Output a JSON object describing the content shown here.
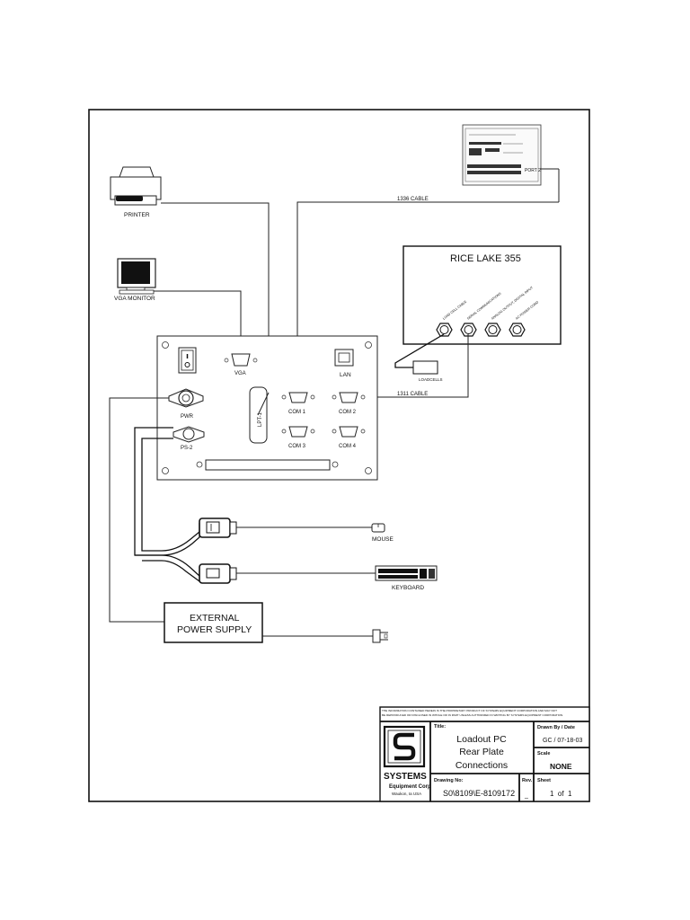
{
  "devices": {
    "printer": "PRINTER",
    "vga_monitor": "VGA MONITOR",
    "mouse": "MOUSE",
    "keyboard": "KEYBOARD",
    "external_power_supply": [
      "EXTERNAL",
      "POWER SUPPLY"
    ],
    "port_label": "PORT 2"
  },
  "cables": {
    "cable_1336": "1336 CABLE",
    "cable_1311": "1311 CABLE"
  },
  "indicator": {
    "title": "RICE LAKE 355",
    "ports": [
      "LOAD CELL CABLE",
      "SERIAL COMMUNICATIONS",
      "ANALOG OUTPUT, DIGITAL INPUT",
      "AC POWER CORD"
    ],
    "loadcells": "LOADCELLS"
  },
  "rear_plate": {
    "vga": "VGA",
    "lan": "LAN",
    "pwr": "PWR",
    "ps2": "PS-2",
    "lpt1": "LPT-1",
    "com1": "COM 1",
    "com2": "COM 2",
    "com3": "COM 3",
    "com4": "COM 4"
  },
  "title_block": {
    "disclaimer": [
      "THE INFORMATION CONTAINED HEREIN IS THE PROPRIETARY PRODUCT OF SYSTEMS EQUIPMENT CORPORATION AND MAY NOT",
      "BE REPRODUCED OR DISCLOSED IN WHOLE OR IN PART UNLESS AUTHORIZED IN WRITING BY SYSTEMS EQUIPMENT CORPORATION."
    ],
    "company": "SYSTEMS",
    "company_sub": "Equipment Corp",
    "company_loc": "Waukon, Ia USA",
    "title_label": "Title:",
    "title_lines": [
      "Loadout PC",
      "Rear Plate",
      "Connections"
    ],
    "drawn_label": "Drawn By / Date",
    "drawn_value": "GC / 07-18-03",
    "scale_label": "Scale",
    "scale_value": "NONE",
    "drawing_no_label": "Drawing No:",
    "drawing_no_value": "S0\\8109\\E-8109172",
    "rev_label": "Rev.",
    "rev_value": "_",
    "sheet_label": "Sheet",
    "sheet_value": "1  of  1"
  }
}
